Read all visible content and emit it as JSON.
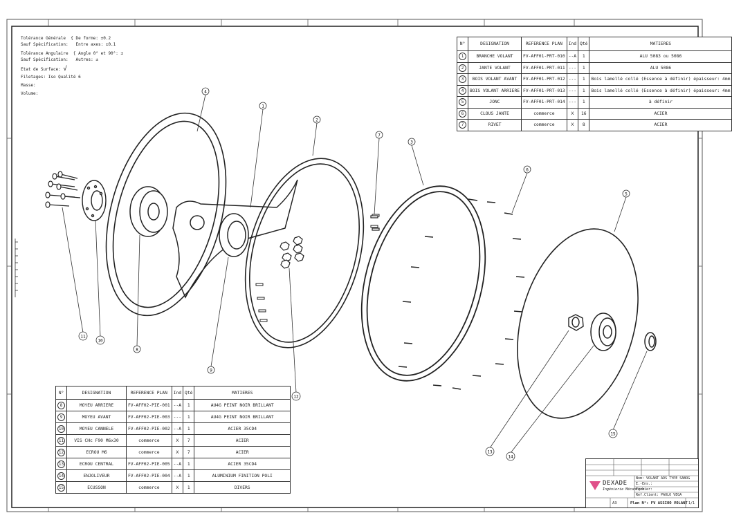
{
  "tolerances": {
    "general_label": "Tolérance Générale",
    "general_sub": "Sauf Spécification:",
    "general_values": [
      "De forme: ±0.2",
      "Entre axes: ±0.1"
    ],
    "angular_label": "Tolérance Angulaire",
    "angular_sub": "Sauf Spécification:",
    "angular_values": [
      "Angle 0° et 90°: ±",
      "Autres: ±"
    ],
    "surface_label": "Etat de Surface:",
    "threads_label": "Filetages: Iso Qualité 6",
    "mass_label": "Masse:",
    "volume_label": "Volume:"
  },
  "bom_top": {
    "headers": [
      "N°",
      "DESIGNATION",
      "REFERENCE PLAN",
      "Ind",
      "Qté",
      "MATIERES"
    ],
    "rows": [
      {
        "n": "1",
        "designation": "BRANCHE VOLANT",
        "ref": "FV-AFF01-PRT-010",
        "ind": "--A",
        "qte": "1",
        "matiere": "ALU 5083 ou 5086"
      },
      {
        "n": "2",
        "designation": "JANTE VOLANT",
        "ref": "FV-AFF01-PRT-011",
        "ind": "---",
        "qte": "1",
        "matiere": "ALU 5086"
      },
      {
        "n": "3",
        "designation": "BOIS VOLANT AVANT",
        "ref": "FV-AFF01-PRT-012",
        "ind": "---",
        "qte": "1",
        "matiere": "Bois lamellé collé (Essence à définir) épaisseur: 4mm"
      },
      {
        "n": "4",
        "designation": "BOIS VOLANT ARRIERE",
        "ref": "FV-AFF01-PRT-013",
        "ind": "---",
        "qte": "1",
        "matiere": "Bois lamellé collé (Essence à définir) épaisseur: 4mm"
      },
      {
        "n": "5",
        "designation": "JONC",
        "ref": "FV-AFF01-PRT-014",
        "ind": "---",
        "qte": "1",
        "matiere": "à définir"
      },
      {
        "n": "6",
        "designation": "CLOUS JANTE",
        "ref": "commerce",
        "ind": "X",
        "qte": "16",
        "matiere": "ACIER"
      },
      {
        "n": "7",
        "designation": "RIVET",
        "ref": "commerce",
        "ind": "X",
        "qte": "8",
        "matiere": "ACIER"
      }
    ]
  },
  "bom_bottom": {
    "headers": [
      "N°",
      "DESIGNATION",
      "REFERENCE PLAN",
      "Ind",
      "Qté",
      "MATIERES"
    ],
    "rows": [
      {
        "n": "8",
        "designation": "MOYEU ARRIERE",
        "ref": "FV-AFF02-PIE-001",
        "ind": "--A",
        "qte": "1",
        "matiere": "AU4G PEINT NOIR BRILLANT"
      },
      {
        "n": "9",
        "designation": "MOYEU AVANT",
        "ref": "FV-AFF02-PIE-003",
        "ind": "---",
        "qte": "1",
        "matiere": "AU4G PEINT NOIR BRILLANT"
      },
      {
        "n": "10",
        "designation": "MOYEU CANNELE",
        "ref": "FV-AFF02-PIE-002",
        "ind": "--A",
        "qte": "1",
        "matiere": "ACIER 35CD4"
      },
      {
        "n": "11",
        "designation": "VIS CHc F90 M6x30",
        "ref": "commerce",
        "ind": "X",
        "qte": "7",
        "matiere": "ACIER"
      },
      {
        "n": "12",
        "designation": "ECROU M6",
        "ref": "commerce",
        "ind": "X",
        "qte": "7",
        "matiere": "ACIER"
      },
      {
        "n": "13",
        "designation": "ECROU CENTRAL",
        "ref": "FV-AFF02-PIE-005",
        "ind": "--A",
        "qte": "1",
        "matiere": "ACIER 35CD4"
      },
      {
        "n": "14",
        "designation": "ENJOLIVEUR",
        "ref": "FV-AFF02-PIE-004",
        "ind": "--A",
        "qte": "1",
        "matiere": "ALUMINIUM FINITION POLI"
      },
      {
        "n": "15",
        "designation": "ECUSSON",
        "ref": "commerce",
        "ind": "X",
        "qte": "1",
        "matiere": "DIVERS"
      }
    ]
  },
  "callouts": [
    "1",
    "2",
    "3",
    "4",
    "5",
    "6",
    "7",
    "8",
    "9",
    "10",
    "11",
    "12",
    "13",
    "14",
    "15"
  ],
  "title_block": {
    "company": "DEXADE",
    "company_sub": "Ingénierie Mécanique",
    "title": "Nom: VOLANT ADS TYPE SABOG",
    "ensemble": "E.-Ens.:",
    "fichier": "Fichier:",
    "client": "Ref.Client: PAOLO VEGA",
    "format": "A3",
    "plan": "Plan N°: FV ASSIOO VOLANT",
    "sheet": "1/1",
    "colors": {
      "logo": "#e0508a"
    }
  }
}
